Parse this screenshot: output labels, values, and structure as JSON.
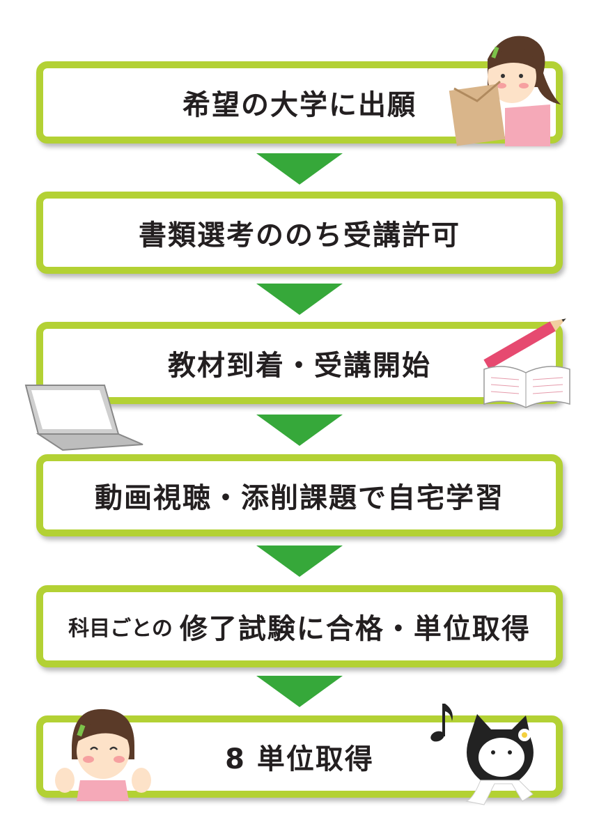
{
  "steps": [
    {
      "text": "希望の大学に出願"
    },
    {
      "text": "書類選考ののち受講許可"
    },
    {
      "text": "教材到着・受講開始"
    },
    {
      "text": "動画視聴・添削課題で自宅学習"
    },
    {
      "prefix": "科目ごとの",
      "text": "修了試験に合格・単位取得"
    },
    {
      "text": "8 単位取得"
    }
  ],
  "colors": {
    "border": "#b3d134",
    "arrow": "#36a83a",
    "text": "#231f20"
  },
  "icons": [
    "woman-with-envelope-icon",
    "pencil-and-book-icon",
    "laptop-icon",
    "happy-woman-icon",
    "music-note-icon",
    "cat-mascot-icon"
  ]
}
